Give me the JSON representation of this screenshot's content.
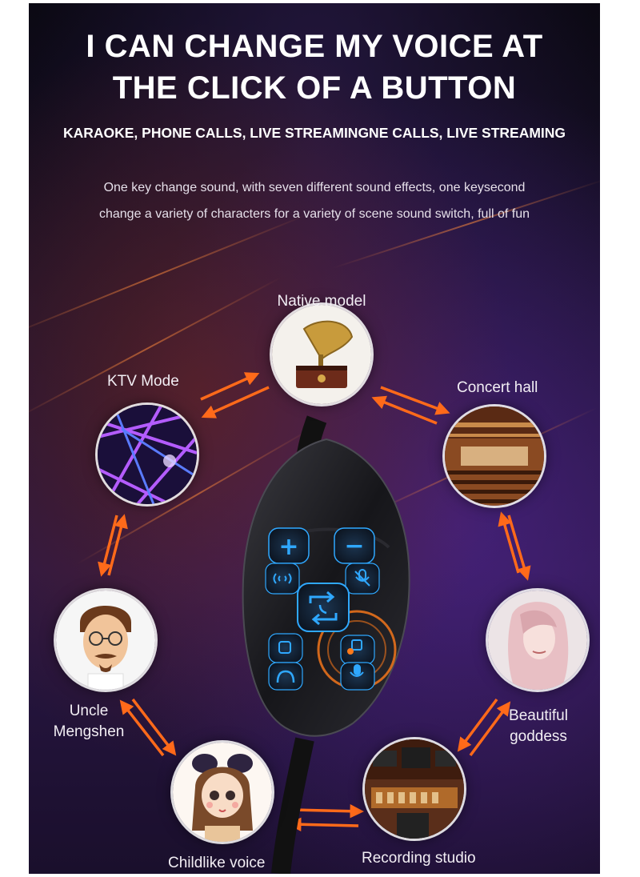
{
  "headline": {
    "line1": "I CAN CHANGE MY VOICE AT",
    "line2": "THE CLICK OF A BUTTON"
  },
  "subtitle": "KARAOKE, PHONE CALLS, LIVE STREAMINGNE CALLS, LIVE STREAMING",
  "description": {
    "line1": "One key change sound, with seven different sound effects, one keysecond",
    "line2": "change a variety of characters for a variety of scene sound switch, full of fun"
  },
  "modes": {
    "native": "Native model",
    "ktv": "KTV Mode",
    "concert": "Concert hall",
    "uncle_line1": "Uncle",
    "uncle_line2": "Mengshen",
    "goddess_line1": "Beautiful",
    "goddess_line2": "goddess",
    "child": "Childlike voice",
    "studio": "Recording studio"
  },
  "device_buttons": {
    "plus": "+",
    "minus": "−"
  },
  "colors": {
    "arrow": "#ff6a1a",
    "button_glow": "#2fa8ff",
    "accent_ring": "#ff7a1a"
  }
}
